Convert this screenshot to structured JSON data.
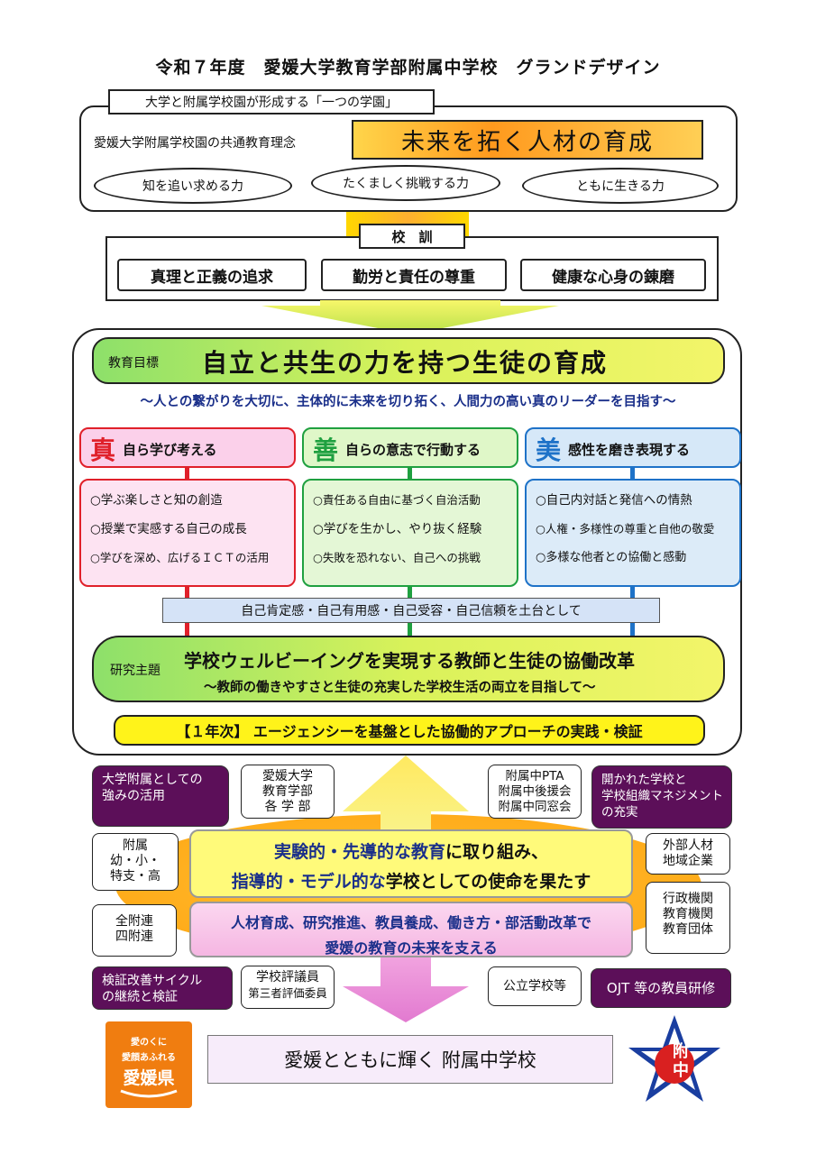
{
  "title": "令和７年度　愛媛大学教育学部附属中学校　グランドデザイン",
  "gakuen": {
    "tab": "大学と附属学校園が形成する「一つの学園」",
    "philosophy_label": "愛媛大学附属学校園の共通教育理念",
    "philosophy": "未来を拓く人材の育成",
    "powers": [
      "知を追い求める力",
      "たくましく挑戦する力",
      "ともに生きる力"
    ]
  },
  "kokun": {
    "label": "校　訓",
    "items": [
      "真理と正義の追求",
      "勤労と責任の尊重",
      "健康な心身の錬磨"
    ]
  },
  "goal": {
    "label": "教育目標",
    "text": "自立と共生の力を持つ生徒の育成",
    "sub": "～人との繋がりを大切に、主体的に未来を切り拓く、人間力の高い真のリーダーを目指す～"
  },
  "columns": [
    {
      "kanji": "真",
      "heading": "自ら学び考える",
      "color": "#e0202a",
      "items": [
        "○学ぶ楽しさと知の創造",
        "○授業で実感する自己の成長",
        "○学びを深め、広げるＩＣＴの活用"
      ]
    },
    {
      "kanji": "善",
      "heading": "自らの意志で行動する",
      "color": "#1fa040",
      "items": [
        "○責任ある自由に基づく自治活動",
        "○学びを生かし、やり抜く経験",
        "○失敗を恐れない、自己への挑戦"
      ]
    },
    {
      "kanji": "美",
      "heading": "感性を磨き表現する",
      "color": "#1e72c8",
      "items": [
        "○自己内対話と発信への情熱",
        "○人権・多様性の尊重と自他の敬愛",
        "○多様な他者との協働と感動"
      ]
    }
  ],
  "foundation": "自己肯定感・自己有用感・自己受容・自己信頼を土台として",
  "research": {
    "label": "研究主題",
    "text": "学校ウェルビーイングを実現する教師と生徒の協働改革",
    "sub": "～教師の働きやすさと生徒の充実した学校生活の両立を目指して～"
  },
  "year1": "【１年次】 エージェンシーを基盤とした協働的アプローチの実践・検証",
  "center": {
    "line1_a": "実験的・先導的な教育",
    "line1_b": "に取り組み、",
    "line2_a": "指導的・モデル的な",
    "line2_b": "学校としての使命を果たす",
    "pink1": "人材育成、研究推進、教員養成、働き方・部活動改革で",
    "pink2": "愛媛の教育の未来を支える"
  },
  "purple": {
    "p1": [
      "大学附属としての",
      "強みの活用"
    ],
    "p2": [
      "開かれた学校と",
      "学校組織マネジメント",
      "の充実"
    ],
    "p3": [
      "検証改善サイクル",
      "の継続と検証"
    ],
    "p4": "OJT 等の教員研修"
  },
  "white": {
    "w1": [
      "愛媛大学",
      "教育学部",
      "各 学 部"
    ],
    "w2": [
      "附属中PTA",
      "附属中後援会",
      "附属中同窓会"
    ],
    "w3": [
      "附属",
      "幼・小・",
      "特支・高"
    ],
    "w4": [
      "外部人材",
      "地域企業"
    ],
    "w5": [
      "全附連",
      "四附連"
    ],
    "w6": [
      "行政機関",
      "教育機関",
      "教育団体"
    ],
    "w7": [
      "学校評議員",
      "第三者評価委員"
    ],
    "w8": "公立学校等"
  },
  "footer": "愛媛とともに輝く 附属中学校",
  "logo": {
    "line1": "愛のくに",
    "line2": "愛顔あふれる",
    "line3": "愛媛県"
  },
  "emblem": {
    "top": "附",
    "bottom": "中"
  }
}
